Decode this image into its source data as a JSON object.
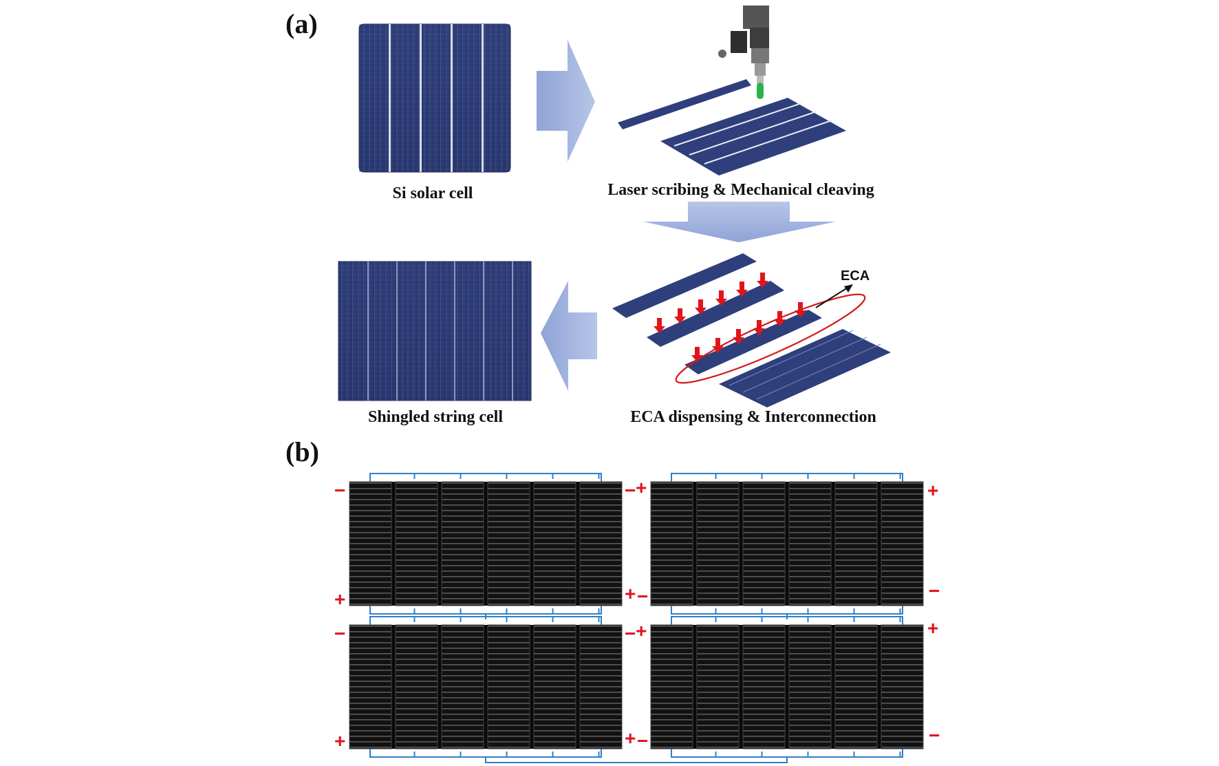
{
  "panels": {
    "a_label": "(a)",
    "b_label": "(b)"
  },
  "captions": {
    "si_cell": "Si solar cell",
    "laser": "Laser scribing & Mechanical cleaving",
    "shingled": "Shingled string cell",
    "eca_dispense": "ECA dispensing & Interconnection"
  },
  "eca_label": "ECA",
  "polarity": {
    "plus": "+",
    "minus": "−"
  },
  "colors": {
    "cell_blue": "#27376f",
    "arrow_fill": "#9fb1dd",
    "module_black": "#141414",
    "wire_blue": "#2f7fc8",
    "polarity_red": "#e0141a",
    "eca_arrow_red": "#e2141a"
  }
}
